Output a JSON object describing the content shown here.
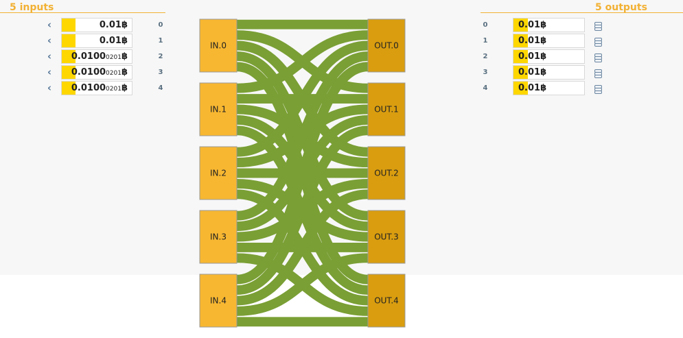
{
  "inputs_title": "5 inputs",
  "outputs_title": "5 outputs",
  "currency_symbol": "฿",
  "colors": {
    "accent": "#f2b134",
    "input_node": "#f7b731",
    "output_node": "#d99d0f",
    "flow": "#7a9f35",
    "amount_fill": "#ffd700"
  },
  "inputs": [
    {
      "index": "0",
      "amount": "0.01",
      "tail": "",
      "fill_pct": 20
    },
    {
      "index": "1",
      "amount": "0.01",
      "tail": "",
      "fill_pct": 20
    },
    {
      "index": "2",
      "amount": "0.0100",
      "tail": "0201",
      "fill_pct": 20
    },
    {
      "index": "3",
      "amount": "0.0100",
      "tail": "0201",
      "fill_pct": 20
    },
    {
      "index": "4",
      "amount": "0.0100",
      "tail": "0201",
      "fill_pct": 20
    }
  ],
  "outputs": [
    {
      "index": "0",
      "amount": "0.01",
      "fill_pct": 20
    },
    {
      "index": "1",
      "amount": "0.01",
      "fill_pct": 20
    },
    {
      "index": "2",
      "amount": "0.01",
      "fill_pct": 20
    },
    {
      "index": "3",
      "amount": "0.01",
      "fill_pct": 20
    },
    {
      "index": "4",
      "amount": "0.01",
      "fill_pct": 20
    }
  ],
  "input_nodes": [
    "IN.0",
    "IN.1",
    "IN.2",
    "IN.3",
    "IN.4"
  ],
  "output_nodes": [
    "OUT.0",
    "OUT.1",
    "OUT.2",
    "OUT.3",
    "OUT.4"
  ],
  "icons": {
    "input_link": "chevron-left-icon",
    "output_link": "coins-icon"
  }
}
